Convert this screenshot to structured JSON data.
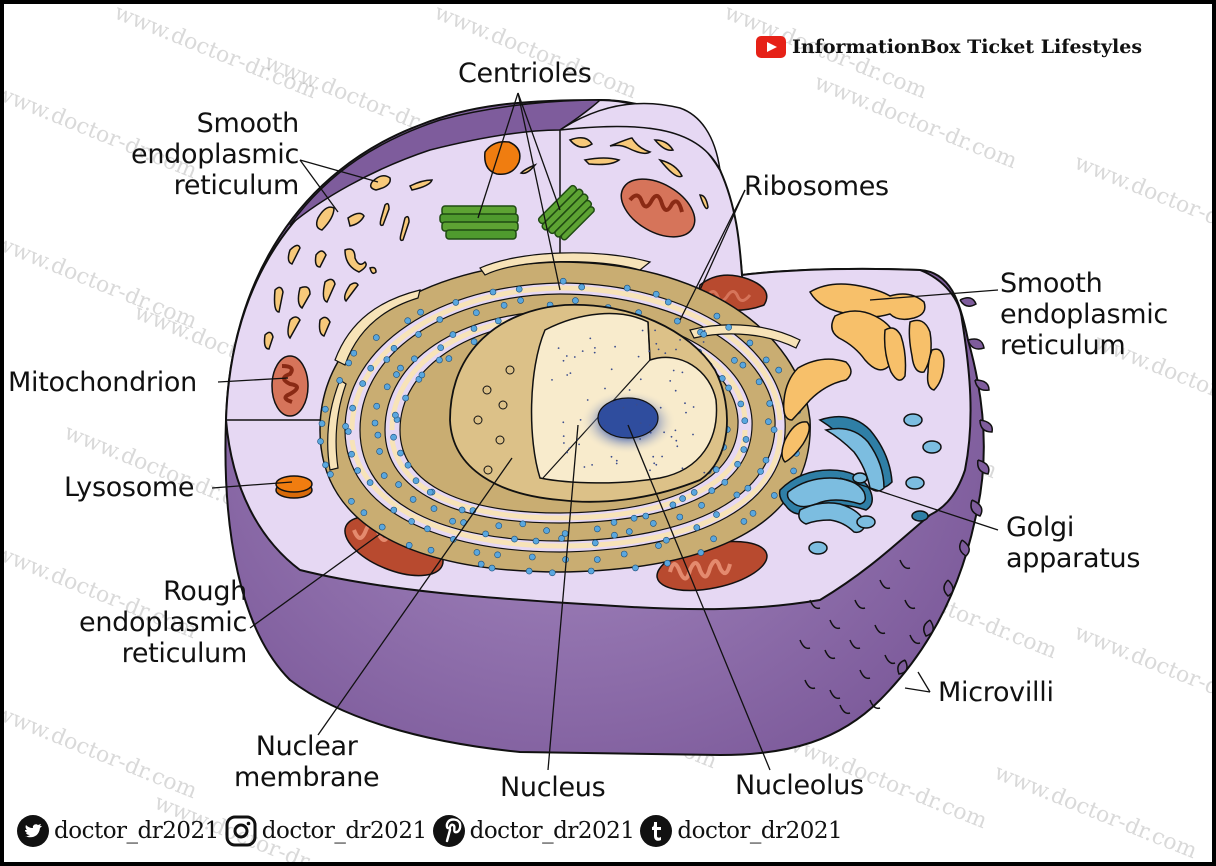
{
  "brand": {
    "icon": "youtube-icon",
    "text": "InformationBox Ticket Lifestyles"
  },
  "watermark": "www.doctor-dr.com",
  "labels": {
    "centrioles": "Centrioles",
    "smooth_er_left": [
      "Smooth",
      "endoplasmic",
      "reticulum"
    ],
    "ribosomes": "Ribosomes",
    "smooth_er_right": [
      "Smooth",
      "endoplasmic",
      "reticulum"
    ],
    "mitochondrion": "Mitochondrion",
    "lysosome": "Lysosome",
    "golgi": [
      "Golgi",
      "apparatus"
    ],
    "rough_er": [
      "Rough",
      "endoplasmic",
      "reticulum"
    ],
    "microvilli": "Microvilli",
    "nuclear_membrane": [
      "Nuclear",
      "membrane"
    ],
    "nucleus": "Nucleus",
    "nucleolus": "Nucleolus"
  },
  "social": [
    {
      "icon": "twitter-icon",
      "handle": "doctor_dr2021"
    },
    {
      "icon": "instagram-icon",
      "handle": "doctor_dr2021"
    },
    {
      "icon": "pinterest-icon",
      "handle": "doctor_dr2021"
    },
    {
      "icon": "tumblr-icon",
      "handle": "doctor_dr2021"
    }
  ],
  "colors": {
    "cytoplasm": "#e6d8f3",
    "membrane": "#7e5c9c",
    "membrane_light": "#a78cc0",
    "smooth_er": "#f7c97a",
    "rough_er": "#c9ad72",
    "ribosome": "#5aa7de",
    "mitochondrion": "#d6745a",
    "mitochondrion_inner": "#b84a2f",
    "golgi": "#5aa7d8",
    "centriole": "#4f9a2e",
    "lysosome": "#f07d10",
    "nucleus": "#f8ebcc",
    "nucleolus": "#2f4d9e",
    "youtube": "#e62117"
  }
}
